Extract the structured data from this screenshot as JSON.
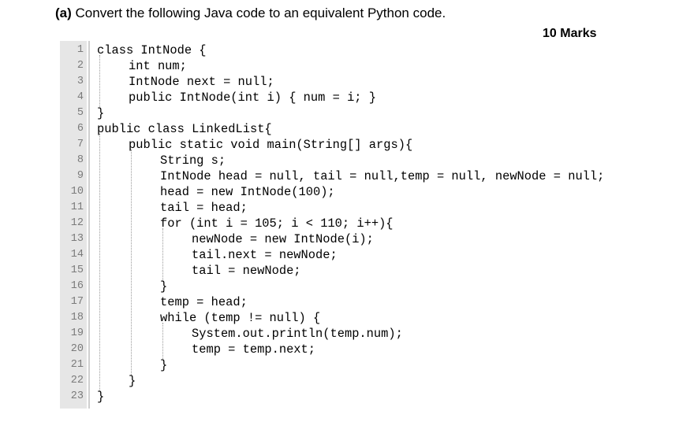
{
  "question": {
    "part": "(a)",
    "text": " Convert the following Java code to an equivalent Python code."
  },
  "marks": "10 Marks",
  "code": {
    "lines": [
      {
        "n": "1",
        "indent": 0,
        "text": "class IntNode {"
      },
      {
        "n": "2",
        "indent": 1,
        "text": "int num;"
      },
      {
        "n": "3",
        "indent": 1,
        "text": "IntNode next = null;"
      },
      {
        "n": "4",
        "indent": 1,
        "text": "public IntNode(int i) { num = i; }"
      },
      {
        "n": "5",
        "indent": 0,
        "text": "}"
      },
      {
        "n": "6",
        "indent": 0,
        "text": "public class LinkedList{"
      },
      {
        "n": "7",
        "indent": 1,
        "text": "public static void main(String[] args){"
      },
      {
        "n": "8",
        "indent": 2,
        "text": "String s;"
      },
      {
        "n": "9",
        "indent": 2,
        "text": "IntNode head = null, tail = null,temp = null, newNode = null;"
      },
      {
        "n": "10",
        "indent": 2,
        "text": "head = new IntNode(100);"
      },
      {
        "n": "11",
        "indent": 2,
        "text": "tail = head;"
      },
      {
        "n": "12",
        "indent": 2,
        "text": "for (int i = 105; i < 110; i++){"
      },
      {
        "n": "13",
        "indent": 3,
        "text": "newNode = new IntNode(i);"
      },
      {
        "n": "14",
        "indent": 3,
        "text": "tail.next = newNode;"
      },
      {
        "n": "15",
        "indent": 3,
        "text": "tail = newNode;"
      },
      {
        "n": "16",
        "indent": 2,
        "text": "}"
      },
      {
        "n": "17",
        "indent": 2,
        "text": "temp = head;"
      },
      {
        "n": "18",
        "indent": 2,
        "text": "while (temp != null) {"
      },
      {
        "n": "19",
        "indent": 3,
        "text": "System.out.println(temp.num);"
      },
      {
        "n": "20",
        "indent": 3,
        "text": "temp = temp.next;"
      },
      {
        "n": "21",
        "indent": 2,
        "text": "}"
      },
      {
        "n": "22",
        "indent": 1,
        "text": "}"
      },
      {
        "n": "23",
        "indent": 0,
        "text": "}"
      }
    ]
  }
}
